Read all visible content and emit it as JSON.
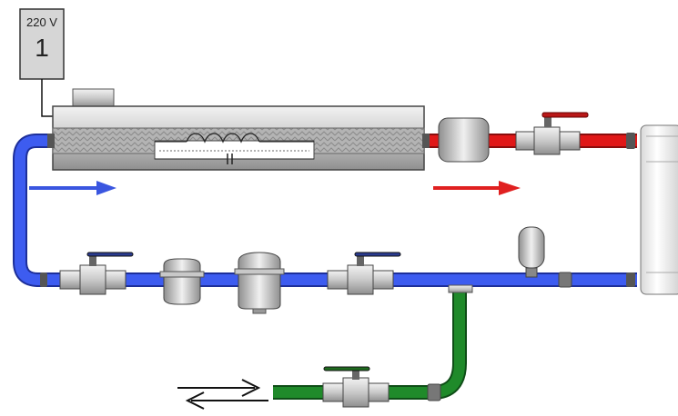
{
  "power_box": {
    "voltage_label": "220 V",
    "number_label": "1"
  },
  "colors": {
    "cold_pipe": "#3d5cf0",
    "hot_pipe": "#e01818",
    "makeup_pipe": "#1f8a2a",
    "cold_arrow": "#3a56e0",
    "hot_arrow": "#e02020",
    "valve_body": "#c8c8c8",
    "heater_insulation": "#a8a8a8"
  },
  "icons": {
    "cold_flow": "arrow-right",
    "hot_flow": "arrow-right",
    "makeup_flow": "double-arrow",
    "heater_coil": "coil"
  }
}
